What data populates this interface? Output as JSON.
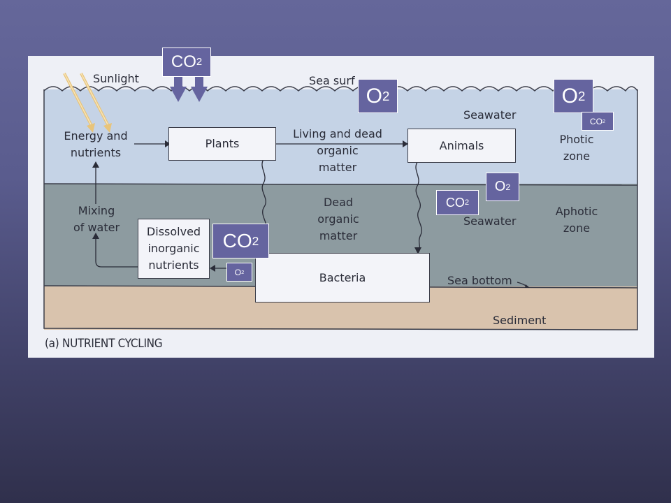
{
  "slide": {
    "background_top": "#65679a",
    "background_bottom": "#30304c"
  },
  "diagram": {
    "caption": "(a) NUTRIENT CYCLING",
    "colors": {
      "photic_water": "#c5d3e6",
      "aphotic_water": "#8d9ba0",
      "sediment": "#d9c3ad",
      "gas_tag": "#65649f"
    },
    "labels": {
      "sunlight": "Sunlight",
      "sea_surface": "Sea surf",
      "energy_nutrients_1": "Energy and",
      "energy_nutrients_2": "nutrients",
      "living_dead_1": "Living and dead",
      "living_dead_2": "organic",
      "living_dead_3": "matter",
      "seawater_top": "Seawater",
      "photic_1": "Photic",
      "photic_2": "zone",
      "mixing_1": "Mixing",
      "mixing_2": "of water",
      "dead_1": "Dead",
      "dead_2": "organic",
      "dead_3": "matter",
      "seawater_bottom": "Seawater",
      "aphotic_1": "Aphotic",
      "aphotic_2": "zone",
      "sea_bottom": "Sea bottom",
      "sediment": "Sediment"
    },
    "boxes": {
      "plants": "Plants",
      "animals": "Animals",
      "dissolved_1": "Dissolved",
      "dissolved_2": "inorganic",
      "dissolved_3": "nutrients",
      "bacteria": "Bacteria"
    },
    "gas_tags": [
      {
        "id": "co2-surface",
        "base": "CO",
        "sub": "2"
      },
      {
        "id": "o2-surface-mid",
        "base": "O",
        "sub": "2"
      },
      {
        "id": "o2-surface-right",
        "base": "O",
        "sub": "2"
      },
      {
        "id": "co2-photic-right",
        "base": "CO",
        "sub": "2"
      },
      {
        "id": "o2-aphotic",
        "base": "O",
        "sub": "2"
      },
      {
        "id": "co2-aphotic",
        "base": "CO",
        "sub": "2"
      },
      {
        "id": "co2-bacteria",
        "base": "CO",
        "sub": "2"
      },
      {
        "id": "o2-bacteria",
        "base": "O",
        "sub": "2"
      }
    ]
  }
}
